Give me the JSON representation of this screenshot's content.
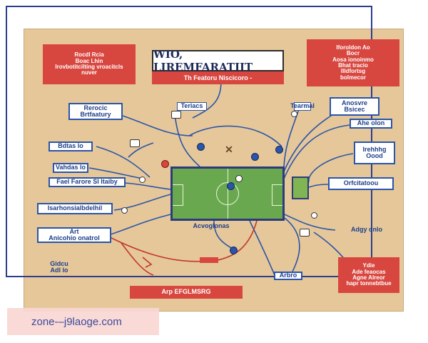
{
  "title": "WIO, LIREMFARATJIT",
  "subtitle": "Th Featoru Niscicoro -",
  "watermark": "zone-–j9laoge.com",
  "colors": {
    "board": "#e6c79a",
    "red": "#d8473f",
    "blue": "#2a55a8",
    "pitch": "#6aa84f"
  },
  "boxes": {
    "top_left_red": "Rocdl Rcia\nBoac Lhin\nIrovbotitcilting vroacitcls\nnuver",
    "top_right_red": "Iforoldon Ao\nBocr\nAosa ionoinmo\nBhat tracio\nIlldfortsg\nbolmecor",
    "left_blue_1": "Rerocic\nBrtfaatury",
    "left_blue_2": "Bdtas lo",
    "left_blue_3": "Vahdas lo",
    "left_blue_4": "Fael Farore Sl ltaiby",
    "left_blue_5": "Isarhonsialbdelhil",
    "left_blue_6": "Art\nAnicohio onatrol",
    "left_plain_1": "Gidcu\nAdl lo",
    "right_blue_1": "Anosvre\nBsicec",
    "right_blue_2": "Ahe olon",
    "right_blue_3": "Irehhhg\nOood",
    "right_blue_4": "Orfcitatoou",
    "right_blue_5": "Adgy onlo",
    "right_red_bottom": "Ydie\nAde feaocas\nAgne Alreor\nhapr tonnebtbue",
    "bottom_red": "Arp EFGLMSRG",
    "center_label_1": "Teriacs",
    "center_label_2": "Tearmal",
    "center_label_3": "Acvoglonas",
    "center_label_4": "Arbro"
  }
}
